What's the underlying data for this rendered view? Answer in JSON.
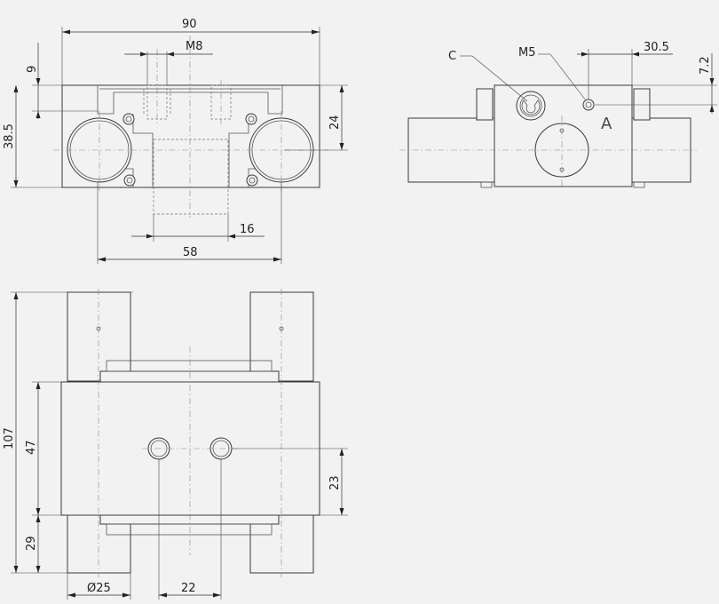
{
  "dimensions": {
    "width_90": "90",
    "thread_m8": "M8",
    "height_9": "9",
    "height_38_5": "38.5",
    "height_24": "24",
    "width_16": "16",
    "width_58": "58",
    "callout_c": "C",
    "thread_m5": "M5",
    "width_30_5": "30.5",
    "height_7_2": "7.2",
    "label_a": "A",
    "length_107": "107",
    "length_47": "47",
    "length_29": "29",
    "length_23": "23",
    "diameter_25": "Ø25",
    "width_22": "22"
  }
}
